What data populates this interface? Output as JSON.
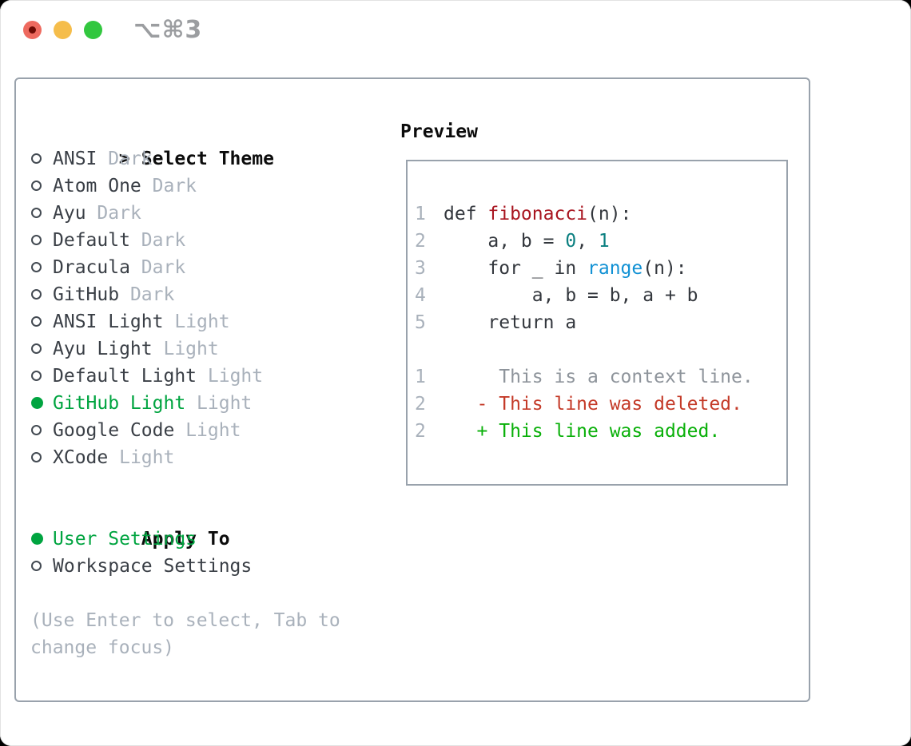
{
  "window": {
    "title": "⌥⌘3",
    "traffic_lights": [
      "close",
      "minimize",
      "zoom"
    ]
  },
  "theme_selector": {
    "header": {
      "prompt": ">",
      "label": "Select Theme"
    },
    "items": [
      {
        "name": "ANSI",
        "tag": "Dark",
        "selected": false
      },
      {
        "name": "Atom One",
        "tag": "Dark",
        "selected": false
      },
      {
        "name": "Ayu",
        "tag": "Dark",
        "selected": false
      },
      {
        "name": "Default",
        "tag": "Dark",
        "selected": false
      },
      {
        "name": "Dracula",
        "tag": "Dark",
        "selected": false
      },
      {
        "name": "GitHub",
        "tag": "Dark",
        "selected": false
      },
      {
        "name": "ANSI Light",
        "tag": "Light",
        "selected": false
      },
      {
        "name": "Ayu Light",
        "tag": "Light",
        "selected": false
      },
      {
        "name": "Default Light",
        "tag": "Light",
        "selected": false
      },
      {
        "name": "GitHub Light",
        "tag": "Light",
        "selected": true
      },
      {
        "name": "Google Code",
        "tag": "Light",
        "selected": false
      },
      {
        "name": "XCode",
        "tag": "Light",
        "selected": false
      }
    ],
    "apply_to": {
      "label": "Apply To",
      "options": [
        {
          "name": "User Settings",
          "selected": true
        },
        {
          "name": "Workspace Settings",
          "selected": false
        }
      ]
    },
    "hint": "(Use Enter to select, Tab to change focus)"
  },
  "preview": {
    "label": "Preview",
    "code_lines": [
      {
        "num": "1",
        "segments": [
          {
            "t": "def ",
            "c": "code"
          },
          {
            "t": "fibonacci",
            "c": "func"
          },
          {
            "t": "(n):",
            "c": "code"
          }
        ]
      },
      {
        "num": "2",
        "segments": [
          {
            "t": "    a, b = ",
            "c": "code"
          },
          {
            "t": "0",
            "c": "num"
          },
          {
            "t": ", ",
            "c": "code"
          },
          {
            "t": "1",
            "c": "num"
          }
        ]
      },
      {
        "num": "3",
        "segments": [
          {
            "t": "    for _ in ",
            "c": "code"
          },
          {
            "t": "range",
            "c": "builtin"
          },
          {
            "t": "(n):",
            "c": "code"
          }
        ]
      },
      {
        "num": "4",
        "segments": [
          {
            "t": "        a, b = b, a + b",
            "c": "code"
          }
        ]
      },
      {
        "num": "5",
        "segments": [
          {
            "t": "    return a",
            "c": "code"
          }
        ]
      },
      {
        "num": "",
        "segments": []
      },
      {
        "num": "1",
        "segments": [
          {
            "t": "     This is a context line.",
            "c": "ctx"
          }
        ]
      },
      {
        "num": "2",
        "segments": [
          {
            "t": "   - This line was deleted.",
            "c": "del"
          }
        ]
      },
      {
        "num": "2",
        "segments": [
          {
            "t": "   + This line was added.",
            "c": "add"
          }
        ]
      }
    ]
  },
  "colors": {
    "accent_green": "#00a440",
    "panel_border": "#99a2ac",
    "muted_text": "#a9b1bb",
    "item_text": "#3a3f46",
    "code_text": "#33373d",
    "syntax_function_red": "#a8141f",
    "syntax_number_teal": "#0a7f80",
    "syntax_builtin_blue": "#1191d4",
    "diff_context_gray": "#8e949b",
    "diff_deleted_red": "#c43a28",
    "diff_added_green": "#0ab00a",
    "traffic_red": "#ee6a5f",
    "traffic_yellow": "#f5bd4b",
    "traffic_green": "#32c73f"
  }
}
